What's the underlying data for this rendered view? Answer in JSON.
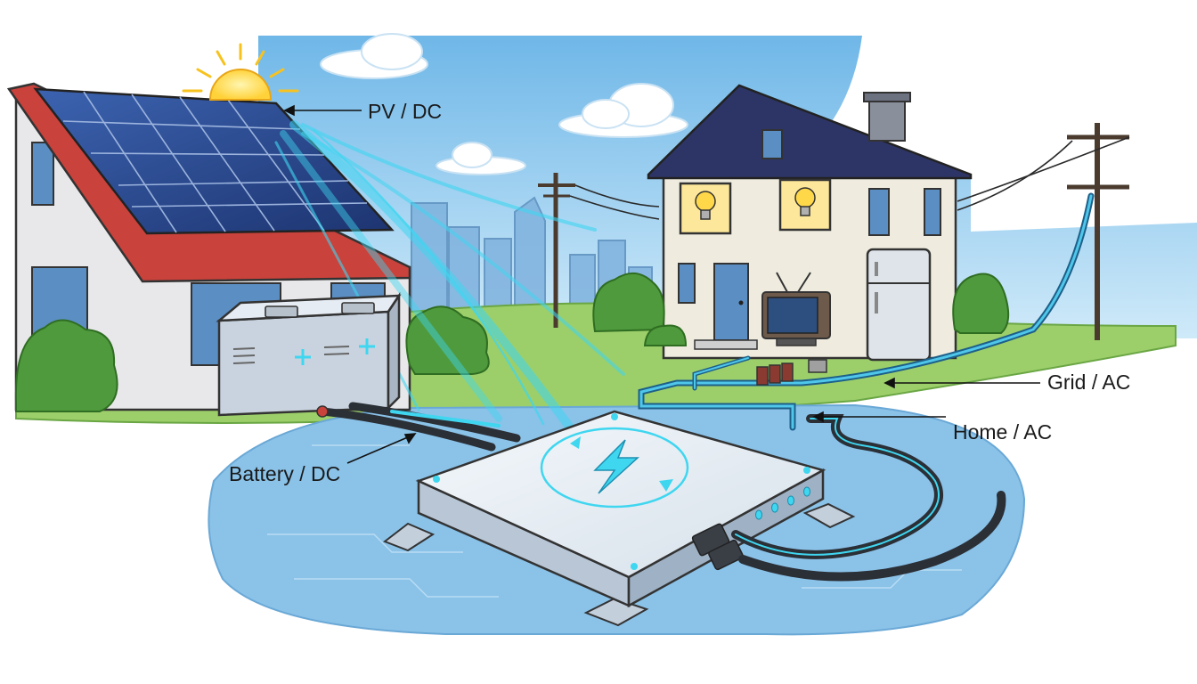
{
  "labels": {
    "pv": "PV / DC",
    "grid": "Grid / AC",
    "home": "Home / AC",
    "battery": "Battery / DC"
  },
  "colors": {
    "sky": "#8ec9ee",
    "grass": "#9ccf6a",
    "flow": "#3fd6f0",
    "platform": "#8ac2e8",
    "roof_tile": "#c9423b",
    "house_roof": "#2c3566",
    "panel": "#27468a"
  },
  "icons": [
    "sun-icon",
    "lightning-icon",
    "light-bulb-icon",
    "television-icon",
    "refrigerator-icon",
    "utility-pole-icon",
    "plus-icon"
  ]
}
